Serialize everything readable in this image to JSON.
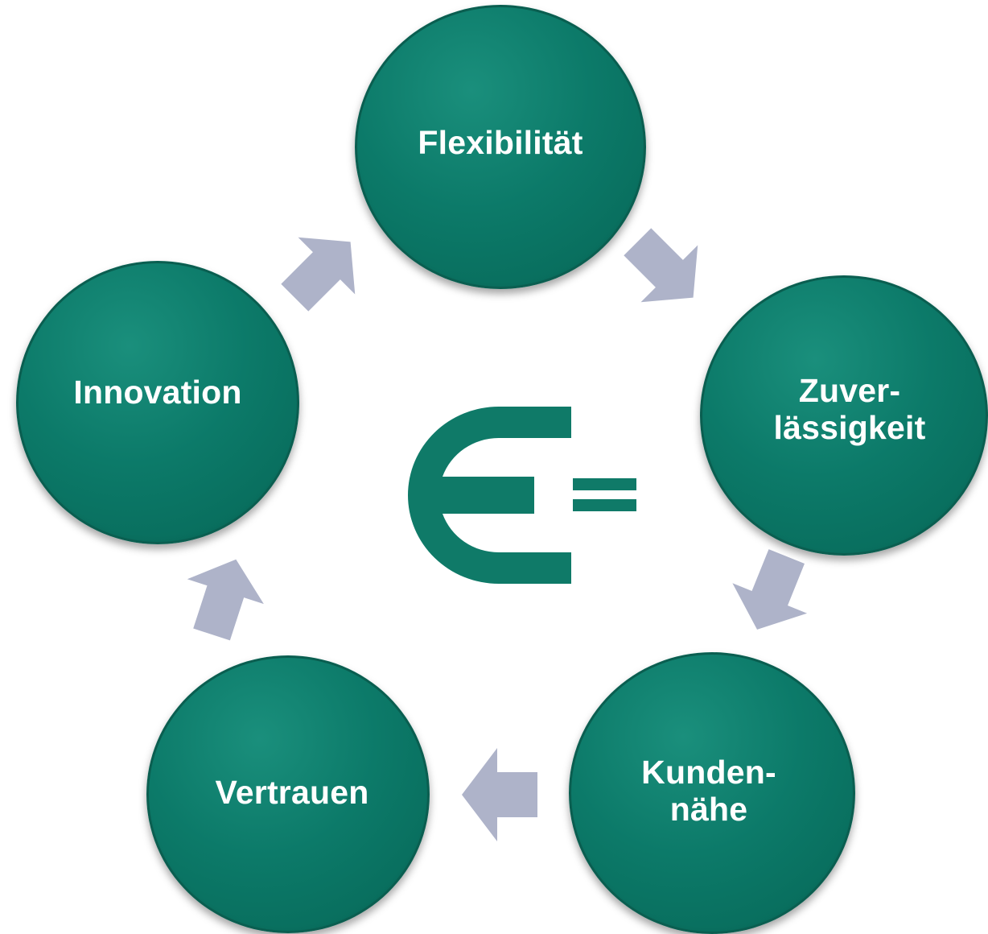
{
  "diagram": {
    "nodes": [
      {
        "id": "flexibilitaet",
        "label": "Flexibilität"
      },
      {
        "id": "zuverlaessigkeit",
        "label": "Zuver-\nlässigkeit"
      },
      {
        "id": "kundennaehe",
        "label": "Kunden-\nnähe"
      },
      {
        "id": "vertrauen",
        "label": "Vertrauen"
      },
      {
        "id": "innovation",
        "label": "Innovation"
      }
    ],
    "cycle": [
      "flexibilitaet",
      "zuverlaessigkeit",
      "kundennaehe",
      "vertrauen",
      "innovation"
    ],
    "colors": {
      "node_fill": "#0c7a69",
      "arrow_fill": "#aeb3c9",
      "logo": "#0f7a68",
      "label_text": "#ffffff"
    },
    "center_logo": {
      "icon": "e-equals-logo"
    }
  }
}
